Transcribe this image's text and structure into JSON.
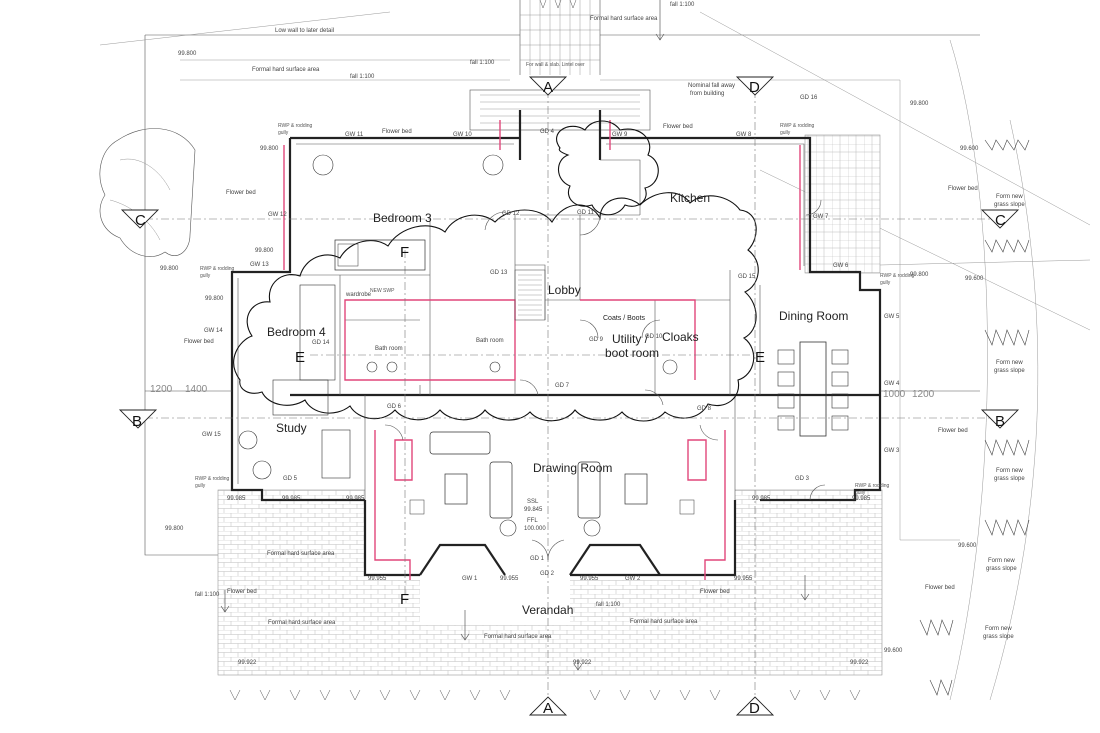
{
  "rooms": {
    "bedroom3": "Bedroom 3",
    "kitchen": "Kitchen",
    "bedroom4": "Bedroom 4",
    "lobby": "Lobby",
    "dining": "Dining Room",
    "utility_1": "Utility /",
    "utility_2": "boot room",
    "cloaks": "Cloaks",
    "coats": "Coats / Boots",
    "study": "Study",
    "drawing": "Drawing Room",
    "verandah": "Verandah",
    "bathroom1": "Bath room",
    "bathroom2": "Bath room",
    "wardrobe": "wardrobe"
  },
  "sections": {
    "A_top": "A",
    "A_bottom": "A",
    "D_top": "D",
    "D_bottom": "D",
    "C_left": "C",
    "C_right": "C",
    "B_left": "B",
    "B_right": "B",
    "E_left": "E",
    "E_right": "E",
    "F_top": "F",
    "F_bottom": "F"
  },
  "windows": {
    "gw11": "GW 11",
    "gw10": "GW 10",
    "gw9": "GW 9",
    "gw8": "GW 8",
    "gw12": "GW 12",
    "gw13": "GW 13",
    "gw14": "GW 14",
    "gw15": "GW 15",
    "gw7": "GW 7",
    "gw6": "GW 6",
    "gw5": "GW 5",
    "gw4": "GW 4",
    "gw3": "GW 3",
    "gw1": "GW 1",
    "gw2": "GW 2"
  },
  "doors": {
    "gd4": "GD 4",
    "gd12": "GD 12",
    "gd11": "GD 11",
    "gd13": "GD 13",
    "gd14": "GD 14",
    "gd9": "GD 9",
    "gd10": "GD 10",
    "gd7": "GD 7",
    "gd6": "GD 6",
    "gd8": "GD 8",
    "gd5": "GD 5",
    "gd3": "GD 3",
    "gd1": "GD 1",
    "gd2": "GD 2",
    "gd15": "GD 15"
  },
  "levels": {
    "l1": "99.800",
    "l2": "99.800",
    "l3": "99.800",
    "l4": "99.800",
    "l5": "99.800",
    "l6": "99.800",
    "l7": "99.800",
    "l8": "99.800",
    "l9": "99.985",
    "l10": "99.985",
    "l11": "99.985",
    "l12": "99.985",
    "l13": "99.985",
    "l14": "99.955",
    "l15": "99.955",
    "l16": "99.955",
    "l17": "99.955",
    "l18": "99.922",
    "l19": "99.922",
    "l20": "99.922",
    "l21": "99.600",
    "l22": "99.600",
    "l23": "99.600",
    "l24": "99.600",
    "ssl": "SSL",
    "ssl_v": "99.845",
    "ffl": "FFL",
    "ffl_v": "100.000"
  },
  "dims": {
    "d1200a": "1200",
    "d1400": "1400",
    "d1000": "1000",
    "d1200b": "1200"
  },
  "notes": {
    "lowwall": "Low wall to later detail",
    "hard1": "Formal hard surface area",
    "hard2": "Formal hard surface area",
    "hard3": "Formal hard surface area",
    "hard4": "Formal hard surface area",
    "hard5": "Formal hard surface area",
    "hard6": "Formal hard surface area",
    "fall1": "fall 1:100",
    "fall2": "fall 1:100",
    "fall3": "fall 1:100",
    "fall4": "fall 1:100",
    "fall5": "fall 1:100",
    "nominal1": "Nominal fall away",
    "nominal2": "from building",
    "flower1": "Flower bed",
    "flower2": "Flower bed",
    "flower3": "Flower bed",
    "flower4": "Flower bed",
    "flower5": "Flower bed",
    "flower6": "Flower bed",
    "flower7": "Flower bed",
    "flower8": "Flower bed",
    "flower9": "Flower bed",
    "grass1": "Form new",
    "grass1b": "grass slope",
    "grass2": "Form new",
    "grass2b": "grass slope",
    "grass3": "Form new",
    "grass3b": "grass slope",
    "grass4": "Form new",
    "grass4b": "grass slope",
    "grass5": "Form new",
    "grass5b": "grass slope",
    "rwp1": "RWP & rodding",
    "rwp1b": "gully",
    "rwp2": "RWP & rodding",
    "rwp2b": "gully",
    "rwp3": "RWP & rodding",
    "rwp3b": "gully",
    "rwp4": "RWP & rodding",
    "rwp4b": "gully",
    "rwp5": "RWP & rodding",
    "rwp5b": "gully",
    "rwp6": "RWP & rodding",
    "rwp6b": "gully",
    "new_swp": "NEW SWP",
    "detail_lintel": "For wall & slab. Lintel over",
    "gd16": "GD 16"
  },
  "colors": {
    "wall": "#222222",
    "revision": "#e0467a",
    "paving": "#aaaaaa",
    "cloud": "#111111"
  }
}
